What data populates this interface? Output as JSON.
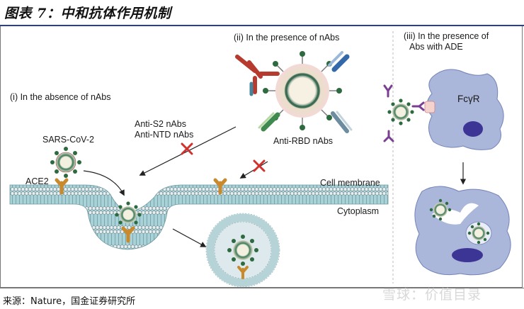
{
  "header": {
    "title": "图表 7：中和抗体作用机制"
  },
  "diagram": {
    "panel_i": "(i) In the absence of nAbs",
    "panel_ii": "(ii) In the presence of nAbs",
    "panel_iii_line1": "(iii) In the presence of",
    "panel_iii_line2": "Abs with ADE",
    "virus": "SARS-CoV-2",
    "receptor": "ACE2",
    "anti_s2": "Anti-S2 nAbs",
    "anti_ntd": "Anti-NTD nAbs",
    "anti_rbd": "Anti-RBD nAbs",
    "cell_membrane": "Cell membrane",
    "cytoplasm": "Cytoplasm",
    "fc_receptor": "FcγR"
  },
  "footer": {
    "source": "来源：Nature，国金证券研究所",
    "watermark": "雪球：价值目录"
  },
  "colors": {
    "title_rule": "#2a3f8f",
    "membrane_fill": "#8fbfc7",
    "virus_core": "#2e6b4f",
    "ace2": "#c98a2e",
    "block_x": "#d0312d",
    "macrophage": "#aab6da",
    "nucleus": "#3d3596"
  }
}
